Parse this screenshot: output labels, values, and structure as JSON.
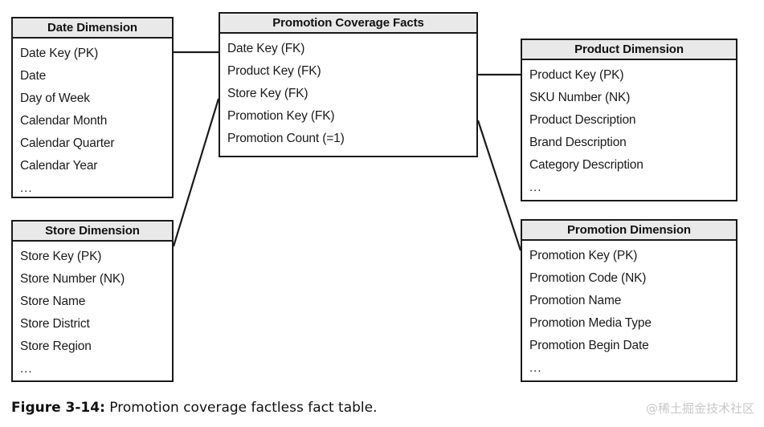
{
  "figure": {
    "label": "Figure 3-14:",
    "caption": " Promotion coverage factless fact table."
  },
  "watermark": {
    "text": "@稀土掘金技术社区"
  },
  "colors": {
    "header_fill": "#e9e9e9",
    "border": "#1a1a1a",
    "background": "#ffffff",
    "watermark": "#c8c8c8"
  },
  "entities": {
    "date_dimension": {
      "title": "Date Dimension",
      "fields": [
        "Date Key (PK)",
        "Date",
        "Day of Week",
        "Calendar Month",
        "Calendar Quarter",
        "Calendar Year",
        "..."
      ]
    },
    "fact_table": {
      "title": "Promotion Coverage Facts",
      "fields": [
        "Date Key (FK)",
        "Product Key (FK)",
        "Store Key (FK)",
        "Promotion Key (FK)",
        "Promotion Count (=1)"
      ]
    },
    "product_dimension": {
      "title": "Product Dimension",
      "fields": [
        "Product Key (PK)",
        "SKU Number (NK)",
        "Product Description",
        "Brand Description",
        "Category Description",
        "..."
      ]
    },
    "store_dimension": {
      "title": "Store Dimension",
      "fields": [
        "Store Key (PK)",
        "Store Number (NK)",
        "Store Name",
        "Store District",
        "Store Region",
        "..."
      ]
    },
    "promotion_dimension": {
      "title": "Promotion Dimension",
      "fields": [
        "Promotion Key (PK)",
        "Promotion Code (NK)",
        "Promotion Name",
        "Promotion Media Type",
        "Promotion Begin Date",
        "..."
      ]
    }
  },
  "relationships": [
    {
      "from": "date_dimension",
      "to": "fact_table",
      "style": "straight"
    },
    {
      "from": "store_dimension",
      "to": "fact_table",
      "style": "diagonal"
    },
    {
      "from": "fact_table",
      "to": "product_dimension",
      "style": "straight"
    },
    {
      "from": "fact_table",
      "to": "promotion_dimension",
      "style": "diagonal"
    }
  ]
}
